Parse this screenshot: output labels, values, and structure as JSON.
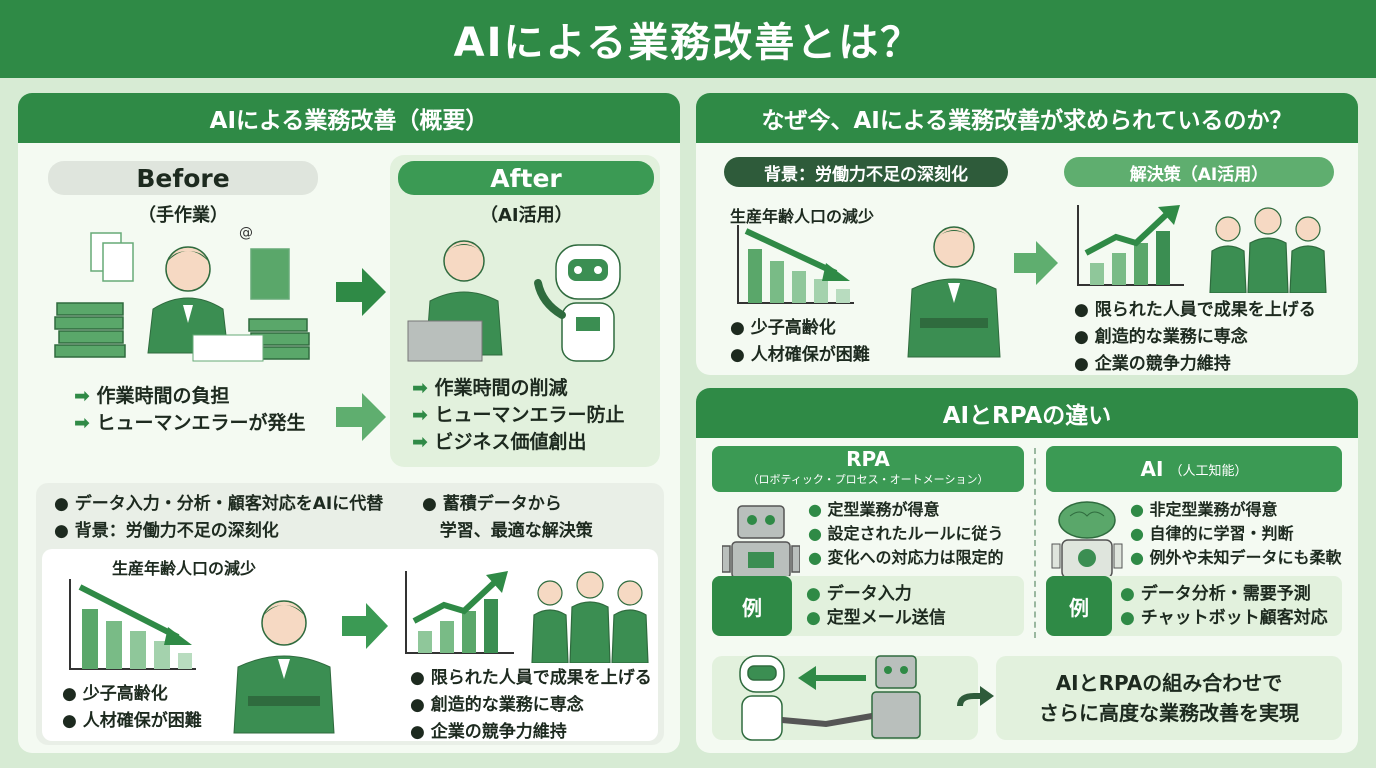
{
  "title": "AIによる業務改善とは？",
  "overview": {
    "header": "AIによる業務改善（概要）",
    "before": {
      "label": "Before",
      "sub": "（手作業）",
      "items": [
        "作業時間の負担",
        "ヒューマンエラーが発生"
      ]
    },
    "after": {
      "label": "After",
      "sub": "（AI活用）",
      "items": [
        "作業時間の削減",
        "ヒューマンエラー防止",
        "ビジネス価値創出"
      ]
    },
    "summary": {
      "left": [
        "データ入力・分析・顧客対応をAIに代替",
        "背景：労働力不足の深刻化"
      ],
      "right": [
        "蓄積データから",
        "学習、最適な解決策"
      ]
    },
    "bottom": {
      "chart_label": "生産年齢人口の減少",
      "problems": [
        "少子高齢化",
        "人材確保が困難"
      ],
      "benefits": [
        "限られた人員で成果を上げる",
        "創造的な業務に専念",
        "企業の競争力維持"
      ]
    }
  },
  "why": {
    "header": "なぜ今、AIによる業務改善が求められているのか？",
    "background": "背景：労働力不足の深刻化",
    "solution": "解決策（AI活用）",
    "chart_label": "生産年齢人口の減少",
    "problems": [
      "少子高齢化",
      "人材確保が困難"
    ],
    "benefits": [
      "限られた人員で成果を上げる",
      "創造的な業務に専念",
      "企業の競争力維持"
    ]
  },
  "diff": {
    "header": "AIとRPAの違い",
    "rpa": {
      "label": "RPA",
      "sub": "（ロボティック・プロセス・オートメーション）",
      "items": [
        "定型業務が得意",
        "設定されたルールに従う",
        "変化への対応力は限定的"
      ],
      "example_label": "例",
      "examples": [
        "データ入力",
        "定型メール送信"
      ]
    },
    "ai": {
      "label": "AI",
      "sub": "（人工知能）",
      "items": [
        "非定型業務が得意",
        "自律的に学習・判断",
        "例外や未知データにも柔軟"
      ],
      "example_label": "例",
      "examples": [
        "データ分析・需要予測",
        "チャットボット顧客対応"
      ]
    },
    "combo": [
      "AIとRPAの組み合わせで",
      "さらに高度な業務改善を実現"
    ]
  },
  "colors": {
    "primary": "#2f8a46",
    "light": "#d7ebd4",
    "panel": "#f4faf2"
  }
}
